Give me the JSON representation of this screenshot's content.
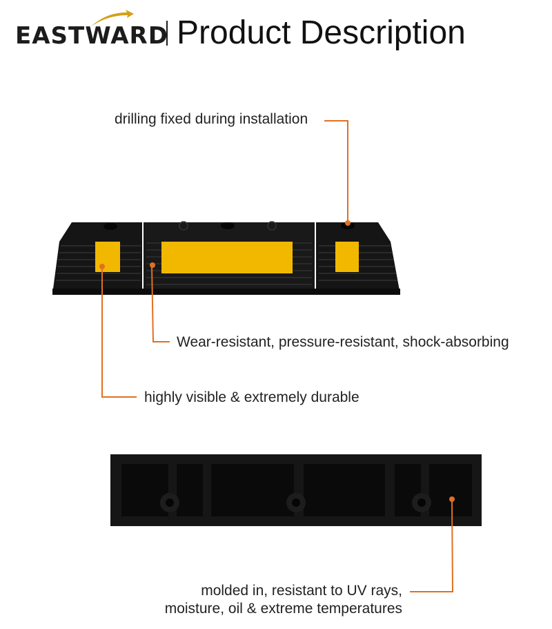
{
  "header": {
    "logo_text": "EASTWARD",
    "title": "Product Description"
  },
  "callouts": {
    "drilling": "drilling fixed during installation",
    "wear": "Wear-resistant,  pressure-resistant,  shock-absorbing",
    "visible": "highly visible & extremely durable",
    "molded_line1": "molded in, resistant to UV rays,",
    "molded_line2": "moisture, oil & extreme temperatures"
  },
  "colors": {
    "accent_orange": "#e07020",
    "rubber_black": "#141414",
    "reflector_yellow": "#f2b800"
  },
  "icons": [
    "eastward-swoosh-icon"
  ]
}
